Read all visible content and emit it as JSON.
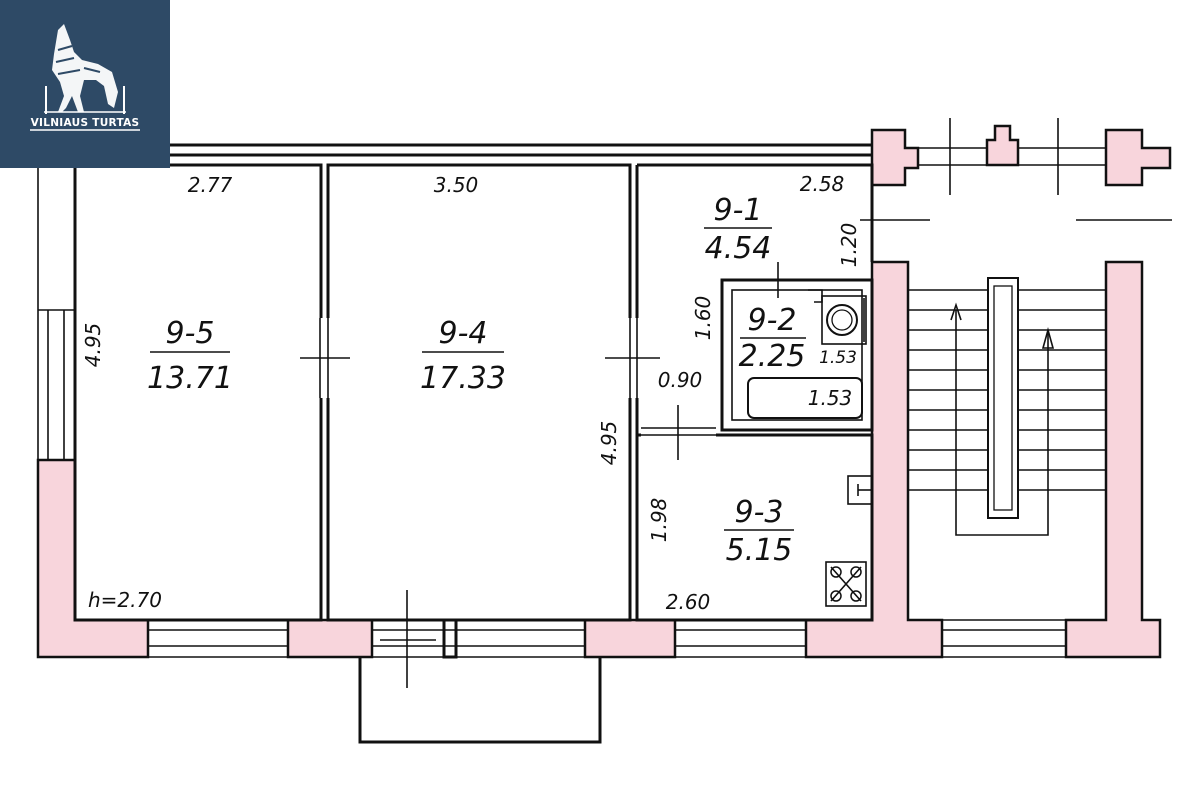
{
  "brand": {
    "name": "VILNIAUS TURTAS",
    "logo_icon": "wolf-logo-icon",
    "panel_color": "#2e4a66"
  },
  "colors": {
    "wall_fill": "#f8d5dc",
    "line": "#111111"
  },
  "rooms": [
    {
      "id": "9-5",
      "area": "13.71"
    },
    {
      "id": "9-4",
      "area": "17.33"
    },
    {
      "id": "9-1",
      "area": "4.54"
    },
    {
      "id": "9-2",
      "area": "2.25"
    },
    {
      "id": "9-3",
      "area": "5.15"
    }
  ],
  "dimensions": {
    "r95_width": "2.77",
    "r95_length": "4.95",
    "r94_width": "3.50",
    "r94_length": "4.95",
    "r91_width": "2.58",
    "r91_depth": "1.20",
    "r92_height": "1.60",
    "r92_width": "1.53",
    "bath_width": "1.53",
    "door_width": "0.90",
    "r93_depth": "1.98",
    "r93_width": "2.60",
    "ceiling_height": "h=2.70"
  }
}
